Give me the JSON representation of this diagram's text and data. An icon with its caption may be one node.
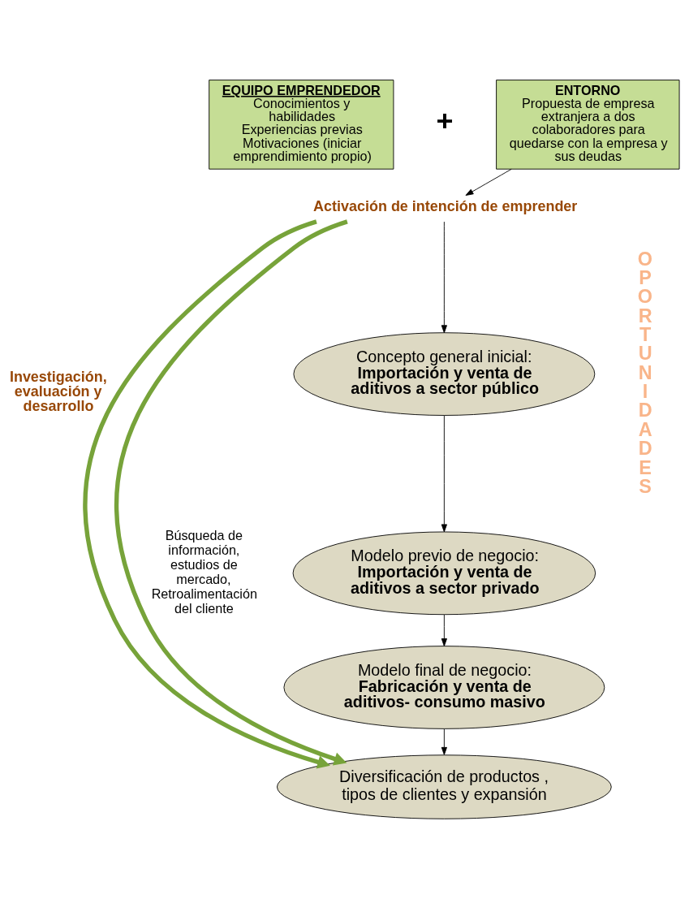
{
  "diagram": {
    "nodes": [
      {
        "text": [
          "EQUIPO EMPRENDEDOR",
          "Conocimientos y habilidades",
          "Experiencias previas",
          "Motivaciones (iniciar emprendimiento propio)"
        ]
      },
      {
        "text": [
          "ENTORNO",
          "Propuesta de empresa extranjera a dos colaboradores para quedarse con la empresa y sus deudas"
        ]
      },
      {
        "text": [
          "Activación de intención de emprender"
        ]
      },
      {
        "text": [
          "Concepto general inicial:",
          "Importación y venta de aditivos a sector público"
        ]
      },
      {
        "text": [
          "Modelo previo de negocio:",
          "Importación y venta de aditivos a sector privado"
        ]
      },
      {
        "text": [
          "Modelo final de negocio:",
          "Fabricación y venta de aditivos- consumo masivo"
        ]
      },
      {
        "text": [
          "Diversificación de productos , tipos de clientes y expansión"
        ]
      }
    ],
    "edges": [
      {
        "from": 1,
        "to": 2,
        "arrow": "to"
      },
      {
        "from": 2,
        "to": 3,
        "arrow": "to"
      },
      {
        "from": 3,
        "to": 4,
        "arrow": "to"
      },
      {
        "from": 4,
        "to": 5,
        "arrow": "to"
      },
      {
        "from": 5,
        "to": 6,
        "arrow": "to"
      },
      {
        "from": 2,
        "to": 6,
        "arrow": "to",
        "label": "Investigación, evaluación y desarrollo",
        "style": "thick",
        "color": "#77a33a"
      },
      {
        "from": 2,
        "to": 6,
        "arrow": "to",
        "style": "thick",
        "color": "#77a33a"
      }
    ],
    "labels": [
      "+",
      "OPORTUNIDADES",
      "Búsqueda de información, estudios de mercado, Retroalimentación del cliente"
    ]
  }
}
